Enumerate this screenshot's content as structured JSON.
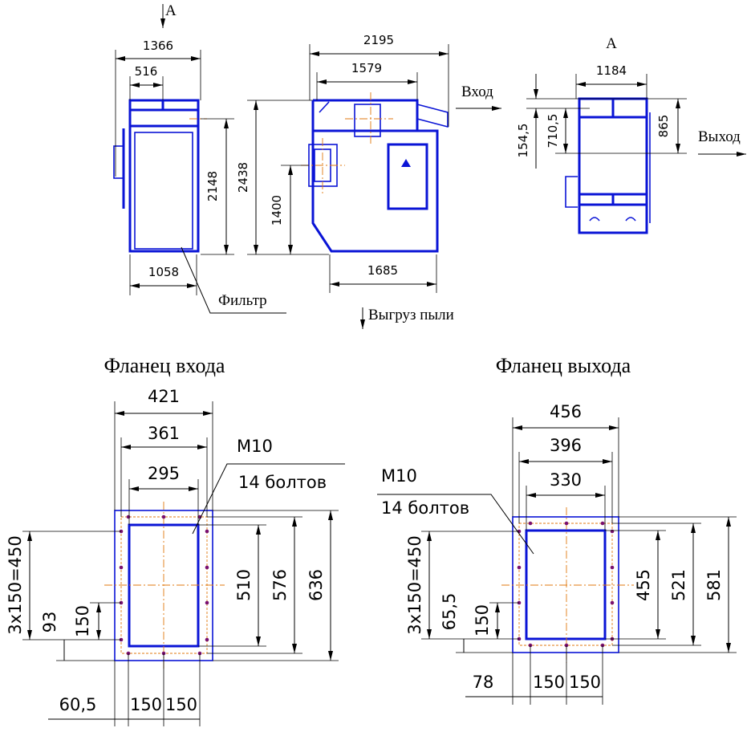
{
  "views": {
    "side": {
      "view_marker": "A",
      "dims": {
        "width_total": "1366",
        "top_section": "516",
        "height_inlet": "2148",
        "height_total": "2438",
        "base_width": "1058"
      },
      "filter_label": "Фильтр"
    },
    "front": {
      "dims": {
        "width_total": "2195",
        "top_width": "1579",
        "inlet_height": "1400",
        "base_width": "1685"
      },
      "inlet_label": "Вход",
      "dust_outlet_label": "Выгруз пыли"
    },
    "view_a": {
      "title": "A",
      "dims": {
        "width": "1184",
        "offset_a": "154,5",
        "offset_b": "710,5",
        "outlet_height": "865"
      },
      "outlet_label": "Выход"
    }
  },
  "flange_in": {
    "title": "Фланец входа",
    "width_outer": "421",
    "width_bolts": "361",
    "width_inner": "295",
    "height_inner": "510",
    "height_bolts": "576",
    "height_outer": "636",
    "bolt_spec": "M10",
    "bolt_count": "14 болтов",
    "pitch_vertical": "3x150=450",
    "offset_vertical": "93",
    "pitch_single": "150",
    "offset_horizontal": "60,5",
    "pitch_h1": "150",
    "pitch_h2": "150"
  },
  "flange_out": {
    "title": "Фланец выхода",
    "width_outer": "456",
    "width_bolts": "396",
    "width_inner": "330",
    "height_inner": "455",
    "height_bolts": "521",
    "height_outer": "581",
    "bolt_spec": "M10",
    "bolt_count": "14 болтов",
    "pitch_vertical": "3x150=450",
    "offset_vertical": "65,5",
    "pitch_single": "150",
    "offset_horizontal": "78",
    "pitch_h1": "150",
    "pitch_h2": "150"
  }
}
